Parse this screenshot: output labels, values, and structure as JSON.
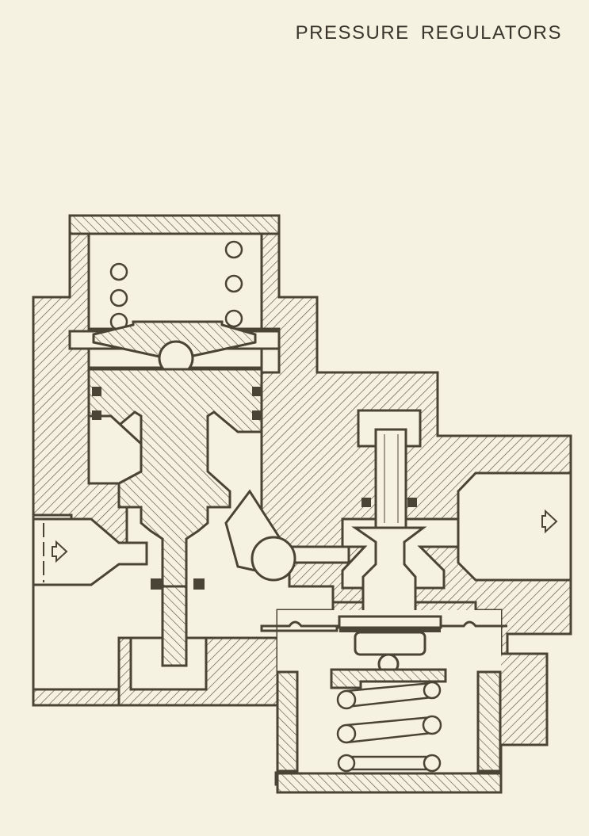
{
  "page": {
    "header": "PRESSURE REGULATORS"
  },
  "figure": {
    "subject": "pilot-operated pressure regulator cross-section",
    "colors": {
      "background": "#f6f2e2",
      "ink": "#4a4436",
      "hatch": "#5a5242",
      "seal": "#4a4436"
    },
    "parts": [
      "upper-spring-bonnet",
      "adjusting-spring",
      "upper-diaphragm-plate",
      "pilot-ball",
      "pilot-piston",
      "o-ring-seals",
      "inlet-port",
      "outlet-port",
      "main-valve-stem",
      "main-valve-poppet",
      "lower-diaphragm",
      "lower-spring",
      "lower-cap"
    ],
    "flow_arrows": [
      {
        "location": "inlet",
        "direction": "right"
      },
      {
        "location": "outlet",
        "direction": "right"
      }
    ]
  }
}
